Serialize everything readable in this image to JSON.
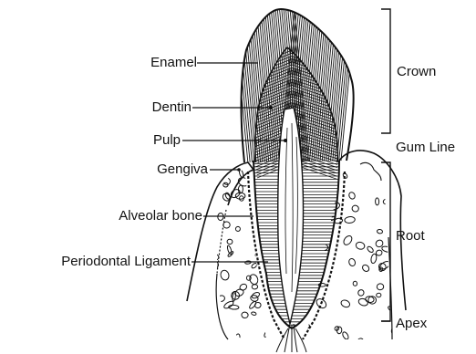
{
  "labels": {
    "enamel": "Enamel",
    "dentin": "Dentin",
    "pulp": "Pulp",
    "gengiva": "Gengiva",
    "alveolar_bone": "Alveolar bone",
    "periodontal_ligament": "Periodontal  Ligament",
    "crown": "Crown",
    "gum_line": "Gum Line",
    "root": "Root",
    "apex": "Apex"
  },
  "colors": {
    "ink": "#111111",
    "background": "#ffffff"
  }
}
